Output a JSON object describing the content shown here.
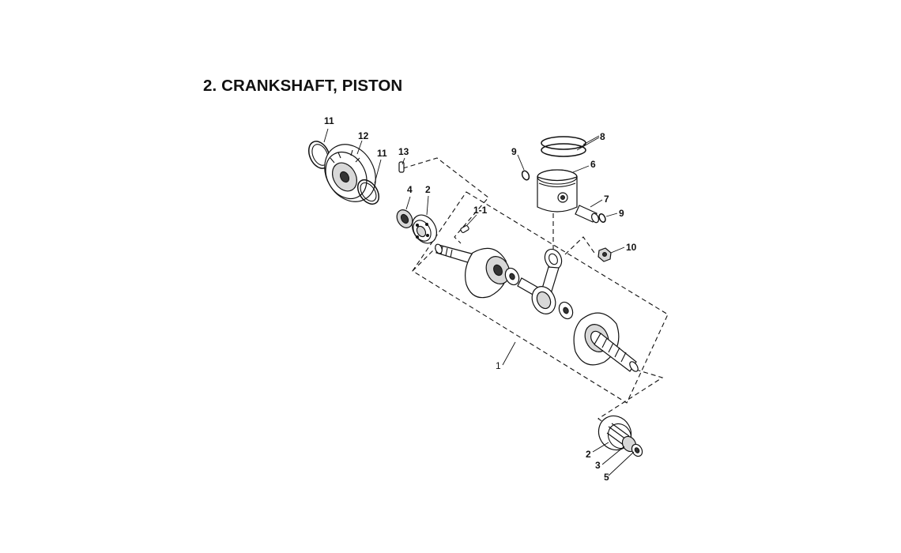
{
  "title": "2. CRANKSHAFT, PISTON",
  "callouts": {
    "c11a": "11",
    "c12": "12",
    "c11b": "11",
    "c13": "13",
    "c4": "4",
    "c2a": "2",
    "c1_1": "1-1",
    "c9a": "9",
    "c8": "8",
    "c6": "6",
    "c7": "7",
    "c9b": "9",
    "c10": "10",
    "c1": "1",
    "c2b": "2",
    "c3": "3",
    "c5": "5"
  }
}
